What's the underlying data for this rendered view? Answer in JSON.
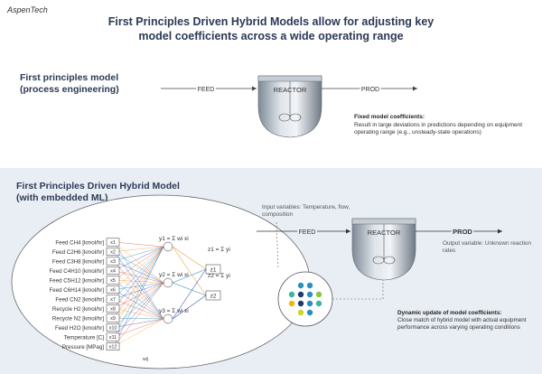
{
  "brand": "AspenTech",
  "title": {
    "line1": "First Principles Driven Hybrid Models allow for adjusting key",
    "line2": "model coefficients across a wide operating range"
  },
  "first_principles": {
    "heading_line1": "First principles model",
    "heading_line2": "(process engineering)",
    "feed_label": "FEED",
    "reactor_label": "REACTOR",
    "prod_label": "PROD",
    "note_title": "Fixed model coefficients:",
    "note_body": "Result in large deviations in predictions depending on equipment operating range (e.g., unsteady-state operations)"
  },
  "hybrid": {
    "heading_line1": "First Principles Driven Hybrid Model",
    "heading_line2": "(with embedded ML)",
    "input_note": "Input variables: Temperature, flow, composition",
    "feed_label": "FEED",
    "reactor_label": "REACTOR",
    "prod_label": "PROD",
    "output_note": "Output variable: Unknown reaction rates",
    "dyn_title": "Dynamic update of model coefficients:",
    "dyn_body": "Close match of hybrid model with actual equipment performance across varying operating conditions"
  },
  "nn": {
    "inputs": [
      {
        "label": "Feed CH4 [kmol/hr]",
        "node": "x1"
      },
      {
        "label": "Feed C2H6 [kmol/hr]",
        "node": "x2"
      },
      {
        "label": "Feed C3H8 [kmol/hr]",
        "node": "x3"
      },
      {
        "label": "Feed C4H10 [kmol/hr]",
        "node": "x4"
      },
      {
        "label": "Feed C5H12 [kmol/hr]",
        "node": "x5"
      },
      {
        "label": "Feed C6H14 [kmol/hr]",
        "node": "x6"
      },
      {
        "label": "Feed CN2 [kmol/hr]",
        "node": "x7"
      },
      {
        "label": "Recycle H2 [kmol/hr]",
        "node": "x8"
      },
      {
        "label": "Recycle N2 [kmol/hr]",
        "node": "x9"
      },
      {
        "label": "Feed H2O [kmol/hr]",
        "node": "x10"
      },
      {
        "label": "Temperature [C]",
        "node": "x11"
      },
      {
        "label": "Pressure [MPag]",
        "node": "x12"
      }
    ],
    "hidden": [
      "y1",
      "y2",
      "y3"
    ],
    "hidden_formulas": [
      "y1 = Σ wi xi",
      "y2 = Σ wi xi",
      "y3 = Σ wi xi"
    ],
    "outputs": [
      "z1",
      "z2"
    ],
    "output_formulas": [
      "z1 = Σ yi",
      "z2 = Σ yi"
    ],
    "weight_label": "wij"
  },
  "colors": {
    "panel": "#e9eef4",
    "heading": "#2b3a55",
    "dots": [
      "#1f3b6d",
      "#2a8fbf",
      "#3bb5a0",
      "#8cc63f",
      "#f2b705",
      "#c9d531"
    ]
  }
}
